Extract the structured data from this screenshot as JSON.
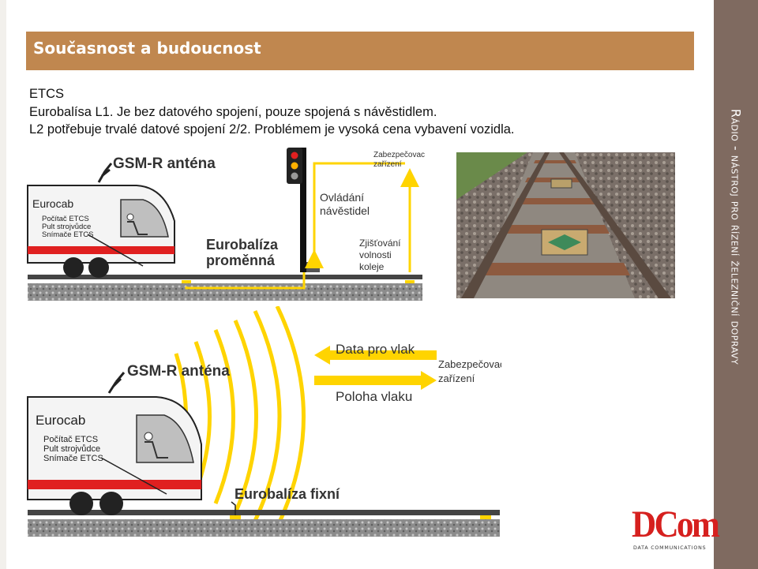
{
  "header": {
    "title": "Současnost a budoucnost"
  },
  "content": {
    "lines": [
      "ETCS",
      "Eurobalísa L1. Je bez datového spojení, pouze spojená s návěstidlem.",
      "L2 potřebuje trvalé datové spojení 2/2. Problémem je vysoká cena vybavení vozidla."
    ]
  },
  "sidebar": {
    "text": "Rádio - nástroj pro řízení železniční dopravy"
  },
  "diagram_l1": {
    "antenna": "GSM-R anténa",
    "eurocab": "Eurocab",
    "eurocab_items": [
      "Počítač ETCS",
      "Pult strojvůdce",
      "Snímače ETCS"
    ],
    "balise": [
      "Eurobalíza",
      "proměnná"
    ],
    "signal_control": [
      "Ovládání",
      "návěstidel"
    ],
    "safety_device": [
      "Zabezpečovací",
      "zařízení"
    ],
    "track_detection": [
      "Zjišťování",
      "volnosti",
      "koleje"
    ]
  },
  "diagram_l2": {
    "antenna": "GSM-R anténa",
    "eurocab": "Eurocab",
    "eurocab_items": [
      "Počítač ETCS",
      "Pult strojvůdce",
      "Snímače ETCS"
    ],
    "data_for_train": "Data pro vlak",
    "train_position": "Poloha vlaku",
    "safety_device": [
      "Zabezpečovací",
      "zařízení"
    ],
    "balise": "Eurobalíza fixní"
  },
  "logo": {
    "main": "DCom",
    "sub": "DATA COMMUNICATIONS"
  },
  "colors": {
    "title_bar": "#c0874f",
    "side_bar": "#7f6a60",
    "logo": "#d6201e",
    "accent_yellow": "#ffd400",
    "stripe_red": "#e02020"
  }
}
